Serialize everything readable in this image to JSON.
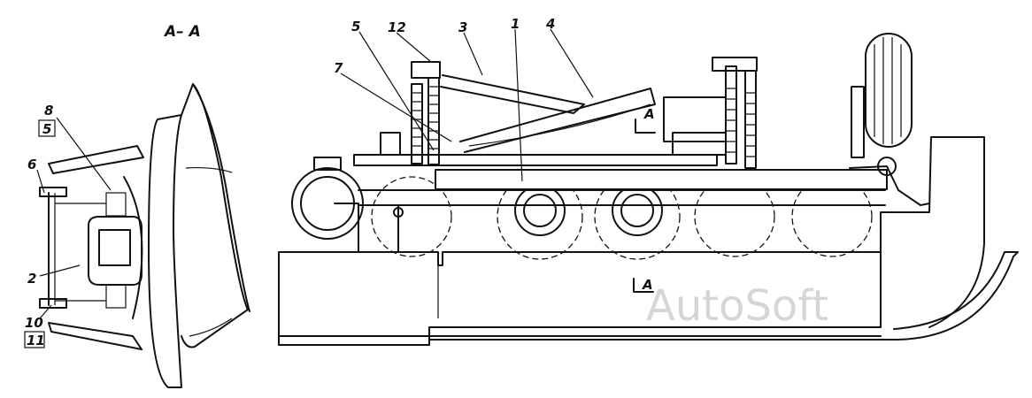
{
  "section_title": "А– А",
  "view_marker": "А",
  "callouts": [
    "1",
    "2",
    "3",
    "4",
    "5",
    "5",
    "6",
    "7",
    "8",
    "10",
    "11",
    "12"
  ],
  "watermark": "AutoSoft"
}
